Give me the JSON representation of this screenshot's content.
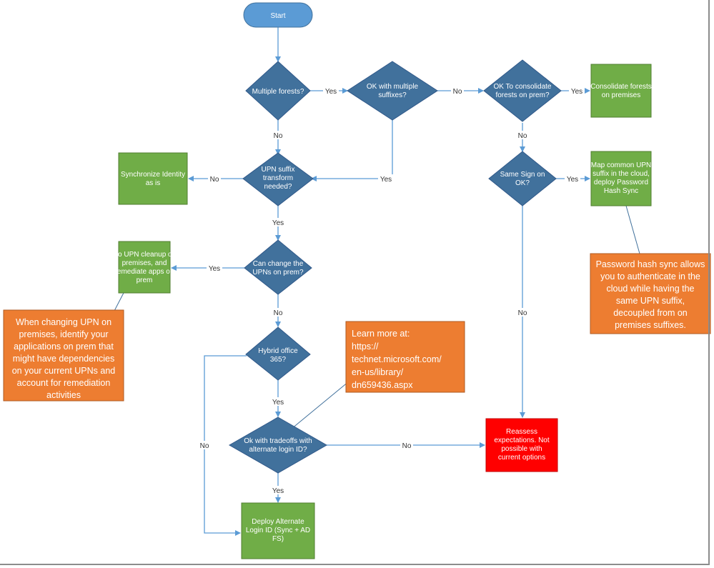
{
  "colors": {
    "start": "#5b9bd5",
    "decision": "#41719c",
    "action": "#70ad47",
    "note": "#ed7d31",
    "alert": "#ff0000",
    "connector": "#5b9bd5"
  },
  "nodes": {
    "start": [
      "Start"
    ],
    "multiple_forests": [
      "Multiple forests?"
    ],
    "ok_multiple_suffixes": [
      "OK with multiple",
      "suffixes?"
    ],
    "ok_consolidate": [
      "OK To consolidate",
      "forests on prem?"
    ],
    "consolidate_forests": [
      "Consolidate forests",
      "on premises"
    ],
    "upn_suffix_transform": [
      "UPN suffix",
      "transform",
      "needed?"
    ],
    "synchronize_identity": [
      "Synchronize Identity",
      "as is"
    ],
    "same_sign_on": [
      "Same Sign on",
      "OK?"
    ],
    "map_common_upn": [
      "Map common UPN",
      "suffix in the cloud,",
      "deploy Password",
      "Hash Sync"
    ],
    "can_change_upns": [
      "Can change the",
      "UPNs on prem?"
    ],
    "upn_cleanup": [
      "Do UPN cleanup on",
      "premises, and",
      "remediate apps on",
      "prem"
    ],
    "hybrid_office": [
      "Hybrid office",
      "365?"
    ],
    "ok_tradeoffs": [
      "Ok with tradeoffs with",
      "alternate login ID?"
    ],
    "reassess": [
      "Reassess",
      "expectations. Not",
      "possible with",
      "current options"
    ],
    "deploy_alternate": [
      "Deploy  Alternate",
      "Login ID (Sync + AD",
      "FS)"
    ]
  },
  "notes": {
    "password_hash": [
      "Password hash sync allows",
      "you to authenticate in the",
      "cloud while having the",
      "same UPN suffix,",
      "decoupled from on",
      "premises suffixes."
    ],
    "changing_upn": [
      "When changing UPN on",
      "premises, identify your",
      "applications on prem that",
      "might have dependencies",
      "on your current UPNs and",
      "account for remediation",
      "activities"
    ],
    "learn_more": [
      "Learn more at:",
      "https://",
      "technet.microsoft.com/",
      "en-us/library/",
      "dn659436.aspx"
    ]
  },
  "edge_labels": {
    "forests_to_suffixes": "Yes",
    "suffixes_to_consolidate": "No",
    "consolidate_yes": "Yes",
    "consolidate_no": "No",
    "forests_no": "No",
    "suffixes_yes": "Yes",
    "upn_no": "No",
    "sso_yes": "Yes",
    "upn_yes": "Yes",
    "change_yes": "Yes",
    "change_no": "No",
    "sso_no": "No",
    "hybrid_yes": "Yes",
    "hybrid_no": "No",
    "tradeoffs_no": "No",
    "tradeoffs_yes": "Yes"
  }
}
